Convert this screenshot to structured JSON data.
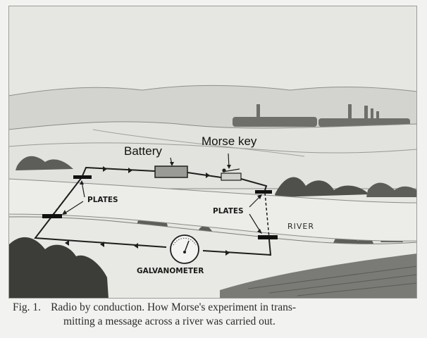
{
  "labels": {
    "battery": "Battery",
    "morse_key": "Morse key",
    "plates_left": "PLATES",
    "plates_right": "PLATES",
    "river": "RIVER",
    "galvanometer": "GALVANOMETER"
  },
  "caption": {
    "fig_number": "Fig. 1.",
    "line1": "Radio by conduction.  How Morse's experiment in trans-",
    "line2": "mitting a message across a river was carried out."
  }
}
